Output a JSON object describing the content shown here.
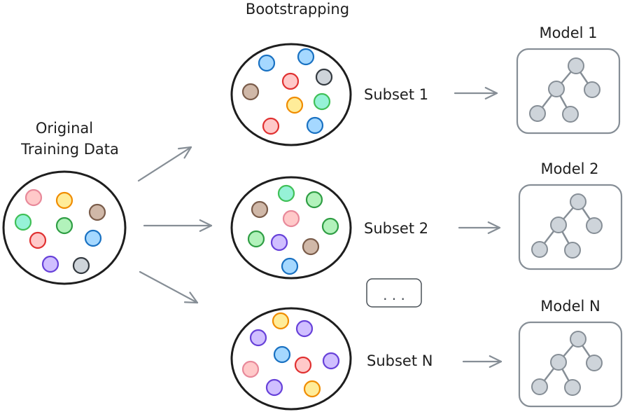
{
  "title": "Bootstrapping",
  "source": {
    "label_line1": "Original",
    "label_line2": "Training Data",
    "dots": [
      "pink",
      "yellow",
      "brown",
      "teal",
      "green",
      "red",
      "blue",
      "purple",
      "gray"
    ]
  },
  "subsets": [
    {
      "label": "Subset 1",
      "model": "Model 1",
      "dots": [
        "blue",
        "blue",
        "red",
        "gray",
        "brown",
        "yellow",
        "teal",
        "red",
        "blue"
      ]
    },
    {
      "label": "Subset 2",
      "model": "Model 2",
      "dots": [
        "teal",
        "green",
        "brown",
        "pink",
        "green",
        "green",
        "purple",
        "brown",
        "blue"
      ]
    },
    {
      "label": "Subset N",
      "model": "Model N",
      "dots": [
        "yellow",
        "purple",
        "purple",
        "blue",
        "pink",
        "red",
        "purple",
        "purple",
        "yellow"
      ]
    }
  ],
  "ellipsis": ". . .",
  "colors": {
    "pink": {
      "fill": "#ffc9c9",
      "stroke": "#e8899a"
    },
    "yellow": {
      "fill": "#ffec99",
      "stroke": "#f08c00"
    },
    "brown": {
      "fill": "#d0b8a8",
      "stroke": "#7a5c4a"
    },
    "teal": {
      "fill": "#96f2d7",
      "stroke": "#40c057"
    },
    "green": {
      "fill": "#b2f2bb",
      "stroke": "#2f9e44"
    },
    "red": {
      "fill": "#ffc9c9",
      "stroke": "#e03131"
    },
    "blue": {
      "fill": "#a5d8ff",
      "stroke": "#1971c2"
    },
    "purple": {
      "fill": "#d0bfff",
      "stroke": "#6741d9"
    },
    "gray": {
      "fill": "#ced4da",
      "stroke": "#343a40"
    },
    "arrow": "#868e96",
    "node": "#ced4da",
    "nodeStroke": "#868e96"
  }
}
